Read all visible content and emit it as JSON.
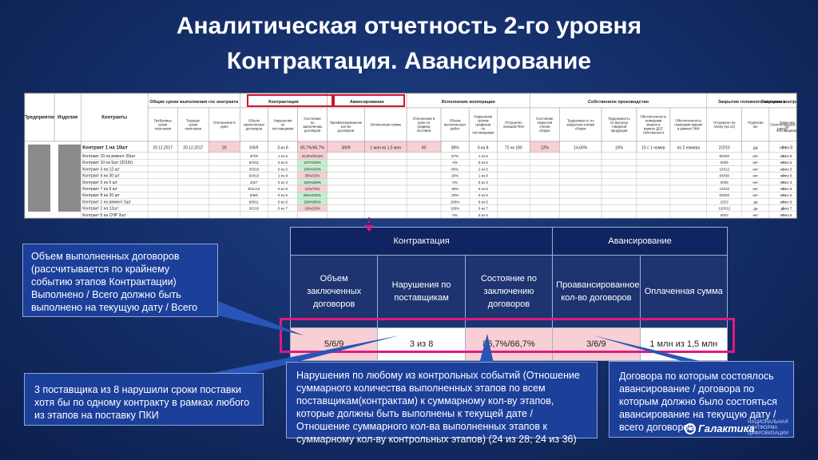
{
  "title": {
    "line1": "Аналитическая отчетность 2-го уровня",
    "line2": "Контрактация. Авансирование"
  },
  "sheet": {
    "group_headers": [
      "Общие сроки выполнения гос контракта",
      "Контрактация",
      "Авансирование",
      "Исполнение кооперации",
      "Собственное производство",
      "Закрытие головного контракта",
      "Закрытие контрактации"
    ],
    "col_headers": [
      "Предприятие",
      "Изделие",
      "Контракты",
      "Требуемые сроки окончания",
      "Текущие сроки окончания",
      "Отклонение в днях",
      "Объем заключенных договоров",
      "Нарушения по поставщикам",
      "Состояние по заключению договоров",
      "Проавансированное кол-во договоров",
      "Оплаченная сумма",
      "Отклонение в днях по графику поставок",
      "Объем выполненных работ",
      "Нарушения сроков графиков по поставщикам",
      "Отгружено позиций ПКИ",
      "Состояние покрытия этапов сборки",
      "Трудоемкость по закрытым этапам сборки",
      "Трудоемкость по выпуску товарной продукции",
      "Обеспеченность номерами машин в рамках ДСЕ собственного производства",
      "Обеспеченность номерами машин в рамках ПКИ",
      "Отгружено по плану (на 12)",
      "Подписан акт",
      "Окончательный расчет",
      "Закрытие по поставщикам"
    ],
    "main_row": [
      "Контракт 1 на 10шт",
      "20.11.2017",
      "20.12.2017",
      "20",
      "5/6/9",
      "3 из 8",
      "85,7%/66,7%",
      "3/6/9",
      "1 млн из 1,5 млн",
      "40",
      "38%",
      "6 из 8",
      "72 из 180",
      "12%",
      "14,60%",
      "15%",
      "10 с 1 номер",
      "по 2 номера",
      "2/2/10",
      "да",
      "нет",
      "1 из 8"
    ],
    "rows": [
      [
        "Контракт 10 на ремонт 20шт",
        "3/7/8",
        "1 из 6",
        "42,8%/33,6%",
        "57%",
        "1 из 6",
        "8/0/20",
        "нет",
        "нет",
        "5 из 6"
      ],
      [
        "Контракт 10 на 5шт (2018г)",
        "5/4/11",
        "0 из 5",
        "107%/45%",
        "0%",
        "0 из 5",
        "0/0/5",
        "нет",
        "нет",
        "0 из 5"
      ],
      [
        "Контракт 3 на 12 шт",
        "3/3/10",
        "0 из 5",
        "100%/33%",
        "80%",
        "2 из 5",
        "1/0/12",
        "нет",
        "нет",
        "1 из 5"
      ],
      [
        "Контракт 4 на 30 шт",
        "5/4/13",
        "1 из 8",
        "35%/15%",
        "20%",
        "1 из 8",
        "0/0/30",
        "нет",
        "нет",
        "0 из 8"
      ],
      [
        "Контракт 5 на 6 шт",
        "2/2/7",
        "0 из 3",
        "100%/28%",
        "0%",
        "0 из 3",
        "0/0/6",
        "нет",
        "нет",
        "0 из 3"
      ],
      [
        "Контракт 7 на 9 шт",
        "8/11/13",
        "0 из 8",
        "11%/73%",
        "38%",
        "0 из 8",
        "1/0/10",
        "нет",
        "нет",
        "3 из 8"
      ],
      [
        "Контракт 8 на 20 шт",
        "5/5/6",
        "0 из 5",
        "85%/100%",
        "20%",
        "0 из 5",
        "0/0/20",
        "нет",
        "нет",
        "0 из 5"
      ],
      [
        "Контракт 1 на ремонт 2шт",
        "6/6/11",
        "0 из 6",
        "100%/50%",
        "100%",
        "6 из 6",
        "2/2/2",
        "да",
        "нет",
        "6 из 6"
      ],
      [
        "Контракт 2 на 12шт",
        "3/1/10",
        "0 из 7",
        "10%/10%",
        "100%",
        "0 из 7",
        "12/0/12",
        "да",
        "да",
        "0 из 7"
      ],
      [
        "Контракт 5 на СНР 2шт",
        "",
        "",
        "",
        "0%",
        "0 из 5",
        "0/0/2",
        "нет",
        "нет",
        "0 из 5"
      ]
    ]
  },
  "big_table": {
    "group_contr": "Контрактация",
    "group_avans": "Авансирование",
    "headers": [
      "Объем заключенных договоров",
      "Нарушения по поставщикам",
      "Состояние по заключению договоров",
      "Проавансированное кол-во договоров",
      "Оплаченная сумма"
    ],
    "values": [
      "5/6/9",
      "3 из 8",
      "85,7%/66,7%",
      "3/6/9",
      "1 млн из 1,5 млн"
    ]
  },
  "callouts": {
    "c1": "Объем выполненных договоров (рассчитывается по крайнему событию этапов Контрактации) Выполнено / Всего должно быть выполнено на текущую дату / Всего",
    "c2": "3 поставщика из 8 нарушили сроки поставки хотя бы по одному контракту в рамках любого из этапов на поставку ПКИ",
    "c3": "Нарушения по любому из контрольных событий (Отношение суммарного количества выполненных этапов по всем поставщикам(контрактам) к суммарному кол-ву этапов, которые должны быть выполнены к текущей дате / Отношение суммарного кол-ва выполненных этапов к суммарному кол-ву контрольных этапов) (24 из 28; 24 из 36)",
    "c4": "Договора по которым состоялось авансирование / договора по которым должно было состояться авансирование на текущую дату / всего договоров"
  },
  "logo": {
    "name": "Галактика",
    "tag": "НАЦИОНАЛЬНАЯ ПЛАТФОРМА ЦИФРОВИЗАЦИИ"
  },
  "colors": {
    "background": "#15306c",
    "callout": "#1c3f9a",
    "highlight": "#e0197d",
    "pink_cell": "#f7cfd4",
    "green_cell": "#c6efce"
  }
}
